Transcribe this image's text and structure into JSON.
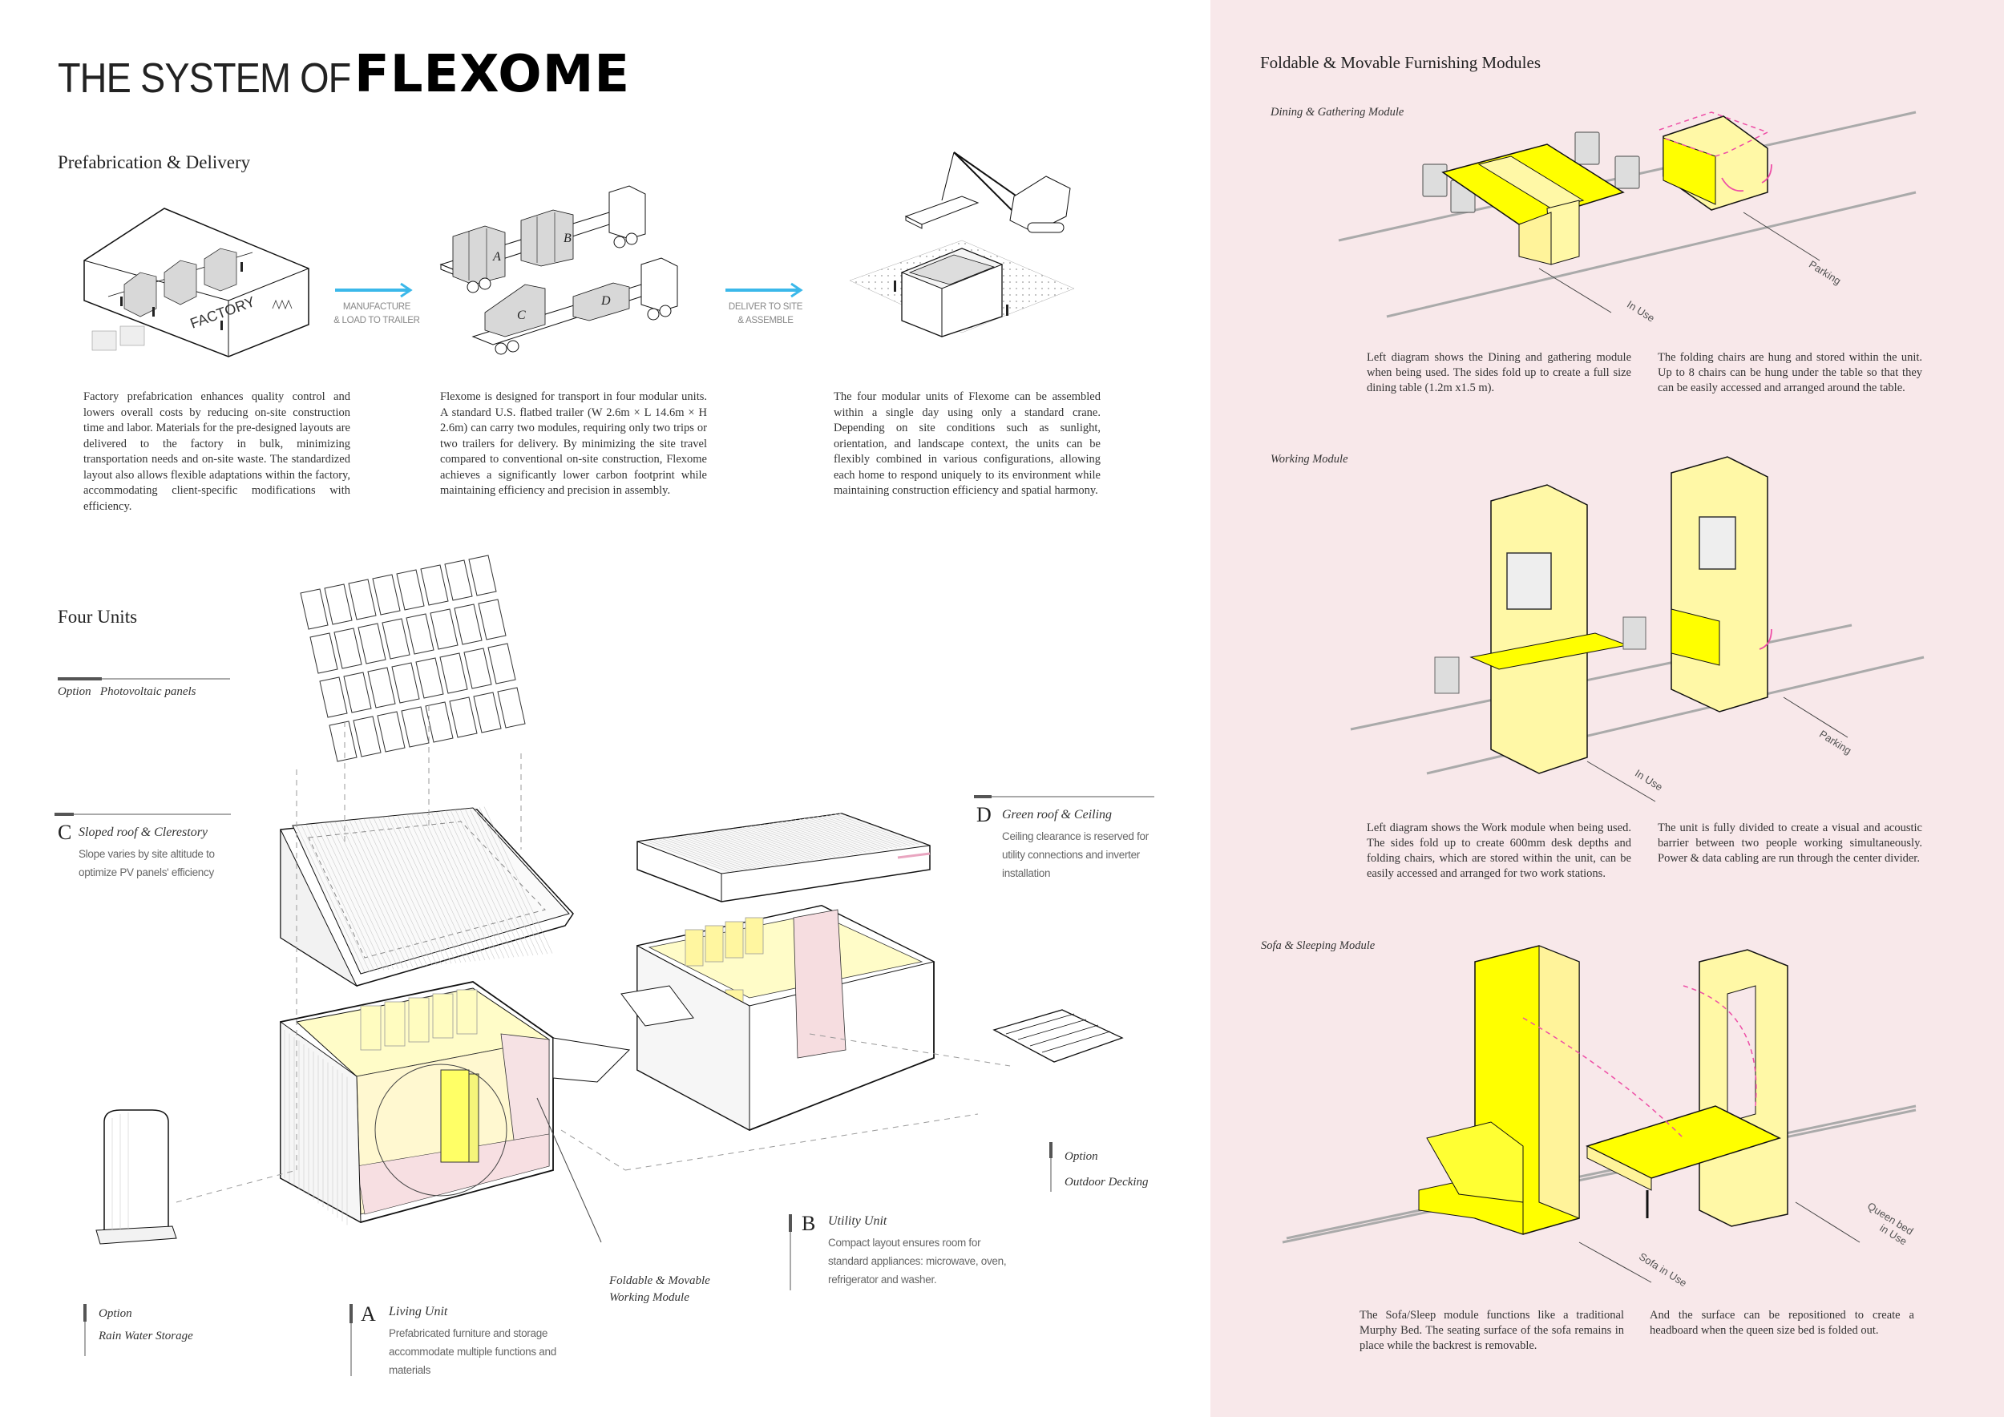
{
  "header": {
    "title_prefix": "THE SYSTEM OF",
    "title_brand": "FLEXOME"
  },
  "prefab": {
    "heading": "Prefabrication & Delivery",
    "factory_label": "FACTORY",
    "step1_line1": "MANUFACTURE",
    "step1_line2": "& LOAD TO TRAILER",
    "step2_line1": "DELIVER TO SITE",
    "step2_line2": "& ASSEMBLE",
    "trailer_units": [
      "A",
      "B",
      "C",
      "D"
    ],
    "paragraphs": [
      "Factory prefabrication enhances quality control and lowers overall costs by reducing on-site construction time and labor. Materials for the pre-designed layouts are delivered to the factory in bulk, minimizing transportation needs and on-site waste. The standardized layout also allows flexible adaptations within the factory, accommodating client-specific modifications with efficiency.",
      "Flexome is designed for transport in four modular units. A standard U.S. flatbed trailer (W 2.6m × L 14.6m × H 2.6m) can carry two modules, requiring only two trips or two trailers for delivery. By minimizing the site travel compared to conventional on-site construction, Flexome achieves a significantly lower carbon footprint while maintaining efficiency and precision in assembly.",
      "The four modular units of Flexome can be assembled within a single day using only a standard crane. Depending on site conditions such as sunlight, orientation, and landscape context, the units can be flexibly combined in various configurations, allowing each home to respond uniquely to its environment while maintaining construction efficiency and spatial harmony."
    ],
    "arrow_color": "#3bb8ea"
  },
  "units": {
    "heading": "Four Units",
    "pv": {
      "option": "Option",
      "title": "Photovoltaic panels"
    },
    "c": {
      "letter": "C",
      "title": "Sloped roof & Clerestory",
      "desc_line1": "Slope varies by site altitude to",
      "desc_line2": "optimize PV panels' efficiency"
    },
    "d": {
      "letter": "D",
      "title": "Green roof & Ceiling",
      "desc_line1": "Ceiling clearance is reserved for",
      "desc_line2": "utility connections and inverter",
      "desc_line3": "installation"
    },
    "decking": {
      "option": "Option",
      "title": "Outdoor Decking"
    },
    "b": {
      "letter": "B",
      "title": "Utility Unit",
      "desc_line1": "Compact layout ensures room for",
      "desc_line2": "standard appliances: microwave, oven,",
      "desc_line3": "refrigerator and washer."
    },
    "working": {
      "line1": "Foldable & Movable",
      "line2": "Working Module"
    },
    "rain": {
      "option": "Option",
      "title": "Rain Water Storage"
    },
    "a": {
      "letter": "A",
      "title": "Living Unit",
      "desc_line1": "Prefabricated furniture and storage",
      "desc_line2": "accommodate multiple functions and",
      "desc_line3": "materials"
    }
  },
  "modules": {
    "heading": "Foldable & Movable  Furnishing Modules",
    "accent_yellow": "#ffff00",
    "light_yellow": "#fff8a6",
    "pink_accent": "#ee4fa6",
    "background": "#f8e8ea",
    "dining": {
      "title": "Dining & Gathering Module",
      "tag_use": "In Use",
      "tag_park": "Parking",
      "text_left": "Left diagram shows the Dining and gathering module when being used.  The sides fold up to create a full size dining table (1.2m x1.5 m).",
      "text_right": "The folding chairs are hung and stored within the unit. Up to 8 chairs can be hung under the table so that they can be easily accessed and arranged around the table."
    },
    "working": {
      "title": "Working Module",
      "tag_use": "In Use",
      "tag_park": "Parking",
      "text_left": "Left diagram shows the Work module when being used. The sides fold up to create 600mm desk depths and folding chairs, which are stored within the unit, can be easily accessed and arranged for two work stations.",
      "text_right": "The unit is fully divided to create a visual and acoustic barrier between two people working simultaneously. Power & data cabling are run through the center divider."
    },
    "sofa": {
      "title": "Sofa & Sleeping Module",
      "tag_sofa": "Sofa in Use",
      "tag_bed_line1": "Queen bed",
      "tag_bed_line2": "in Use",
      "text_left": "The Sofa/Sleep module functions like a traditional Murphy Bed.  The seating surface of the sofa remains in place while the backrest is removable.",
      "text_right": "And the surface can be repositioned to create a headboard when the queen size bed is folded out."
    }
  }
}
